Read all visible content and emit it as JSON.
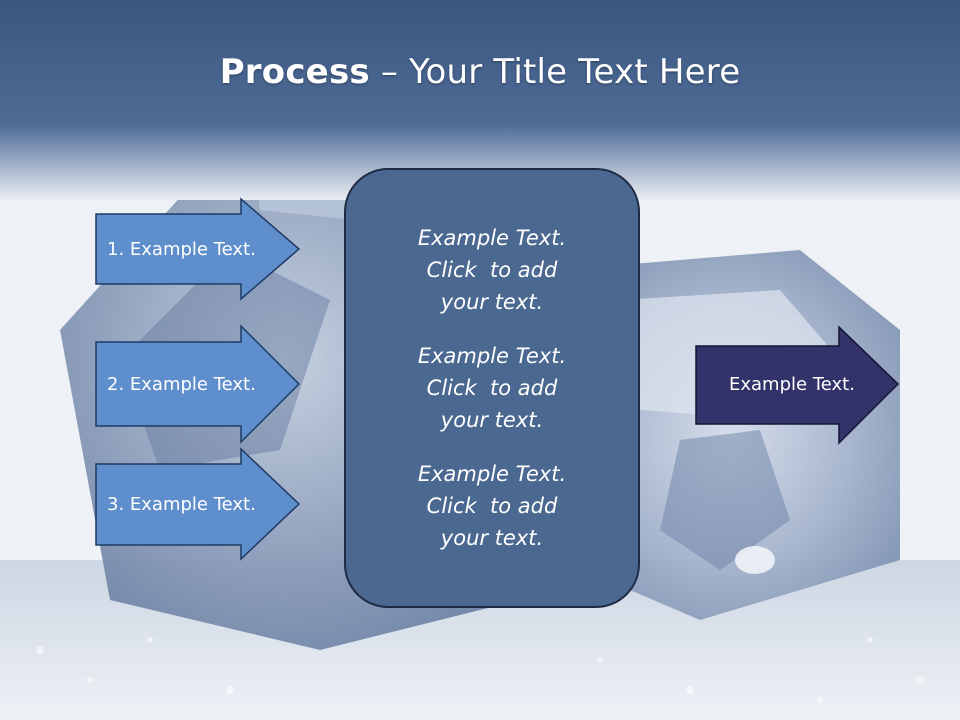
{
  "slide": {
    "title_bold": "Process",
    "title_rest": " – Your Title Text Here"
  },
  "left_arrows": [
    {
      "label": "1. Example Text."
    },
    {
      "label": "2. Example Text."
    },
    {
      "label": "3. Example Text."
    }
  ],
  "center_box": {
    "paragraphs": [
      {
        "line1": "Example Text.",
        "line2": "Click  to add",
        "line3": "your text."
      },
      {
        "line1": "Example Text.",
        "line2": "Click  to add",
        "line3": "your text."
      },
      {
        "line1": "Example Text.",
        "line2": "Click  to add",
        "line3": "your text."
      }
    ]
  },
  "right_arrow": {
    "label": "Example Text."
  },
  "colors": {
    "header_band": "#4a6691",
    "left_arrow_fill": "#5e8ecb",
    "center_box_fill": "#4b6990",
    "right_arrow_fill": "#33336b"
  }
}
